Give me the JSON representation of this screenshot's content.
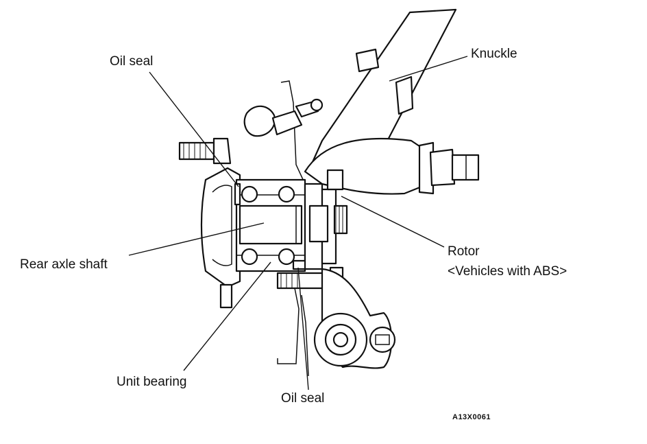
{
  "diagram": {
    "labels": {
      "oil_seal_top": "Oil seal",
      "knuckle": "Knuckle",
      "rear_axle_shaft": "Rear axle shaft",
      "rotor_line1": "Rotor",
      "rotor_line2": "<Vehicles with ABS>",
      "unit_bearing": "Unit bearing",
      "oil_seal_bottom": "Oil seal"
    },
    "figure_code": "A13X0061"
  }
}
